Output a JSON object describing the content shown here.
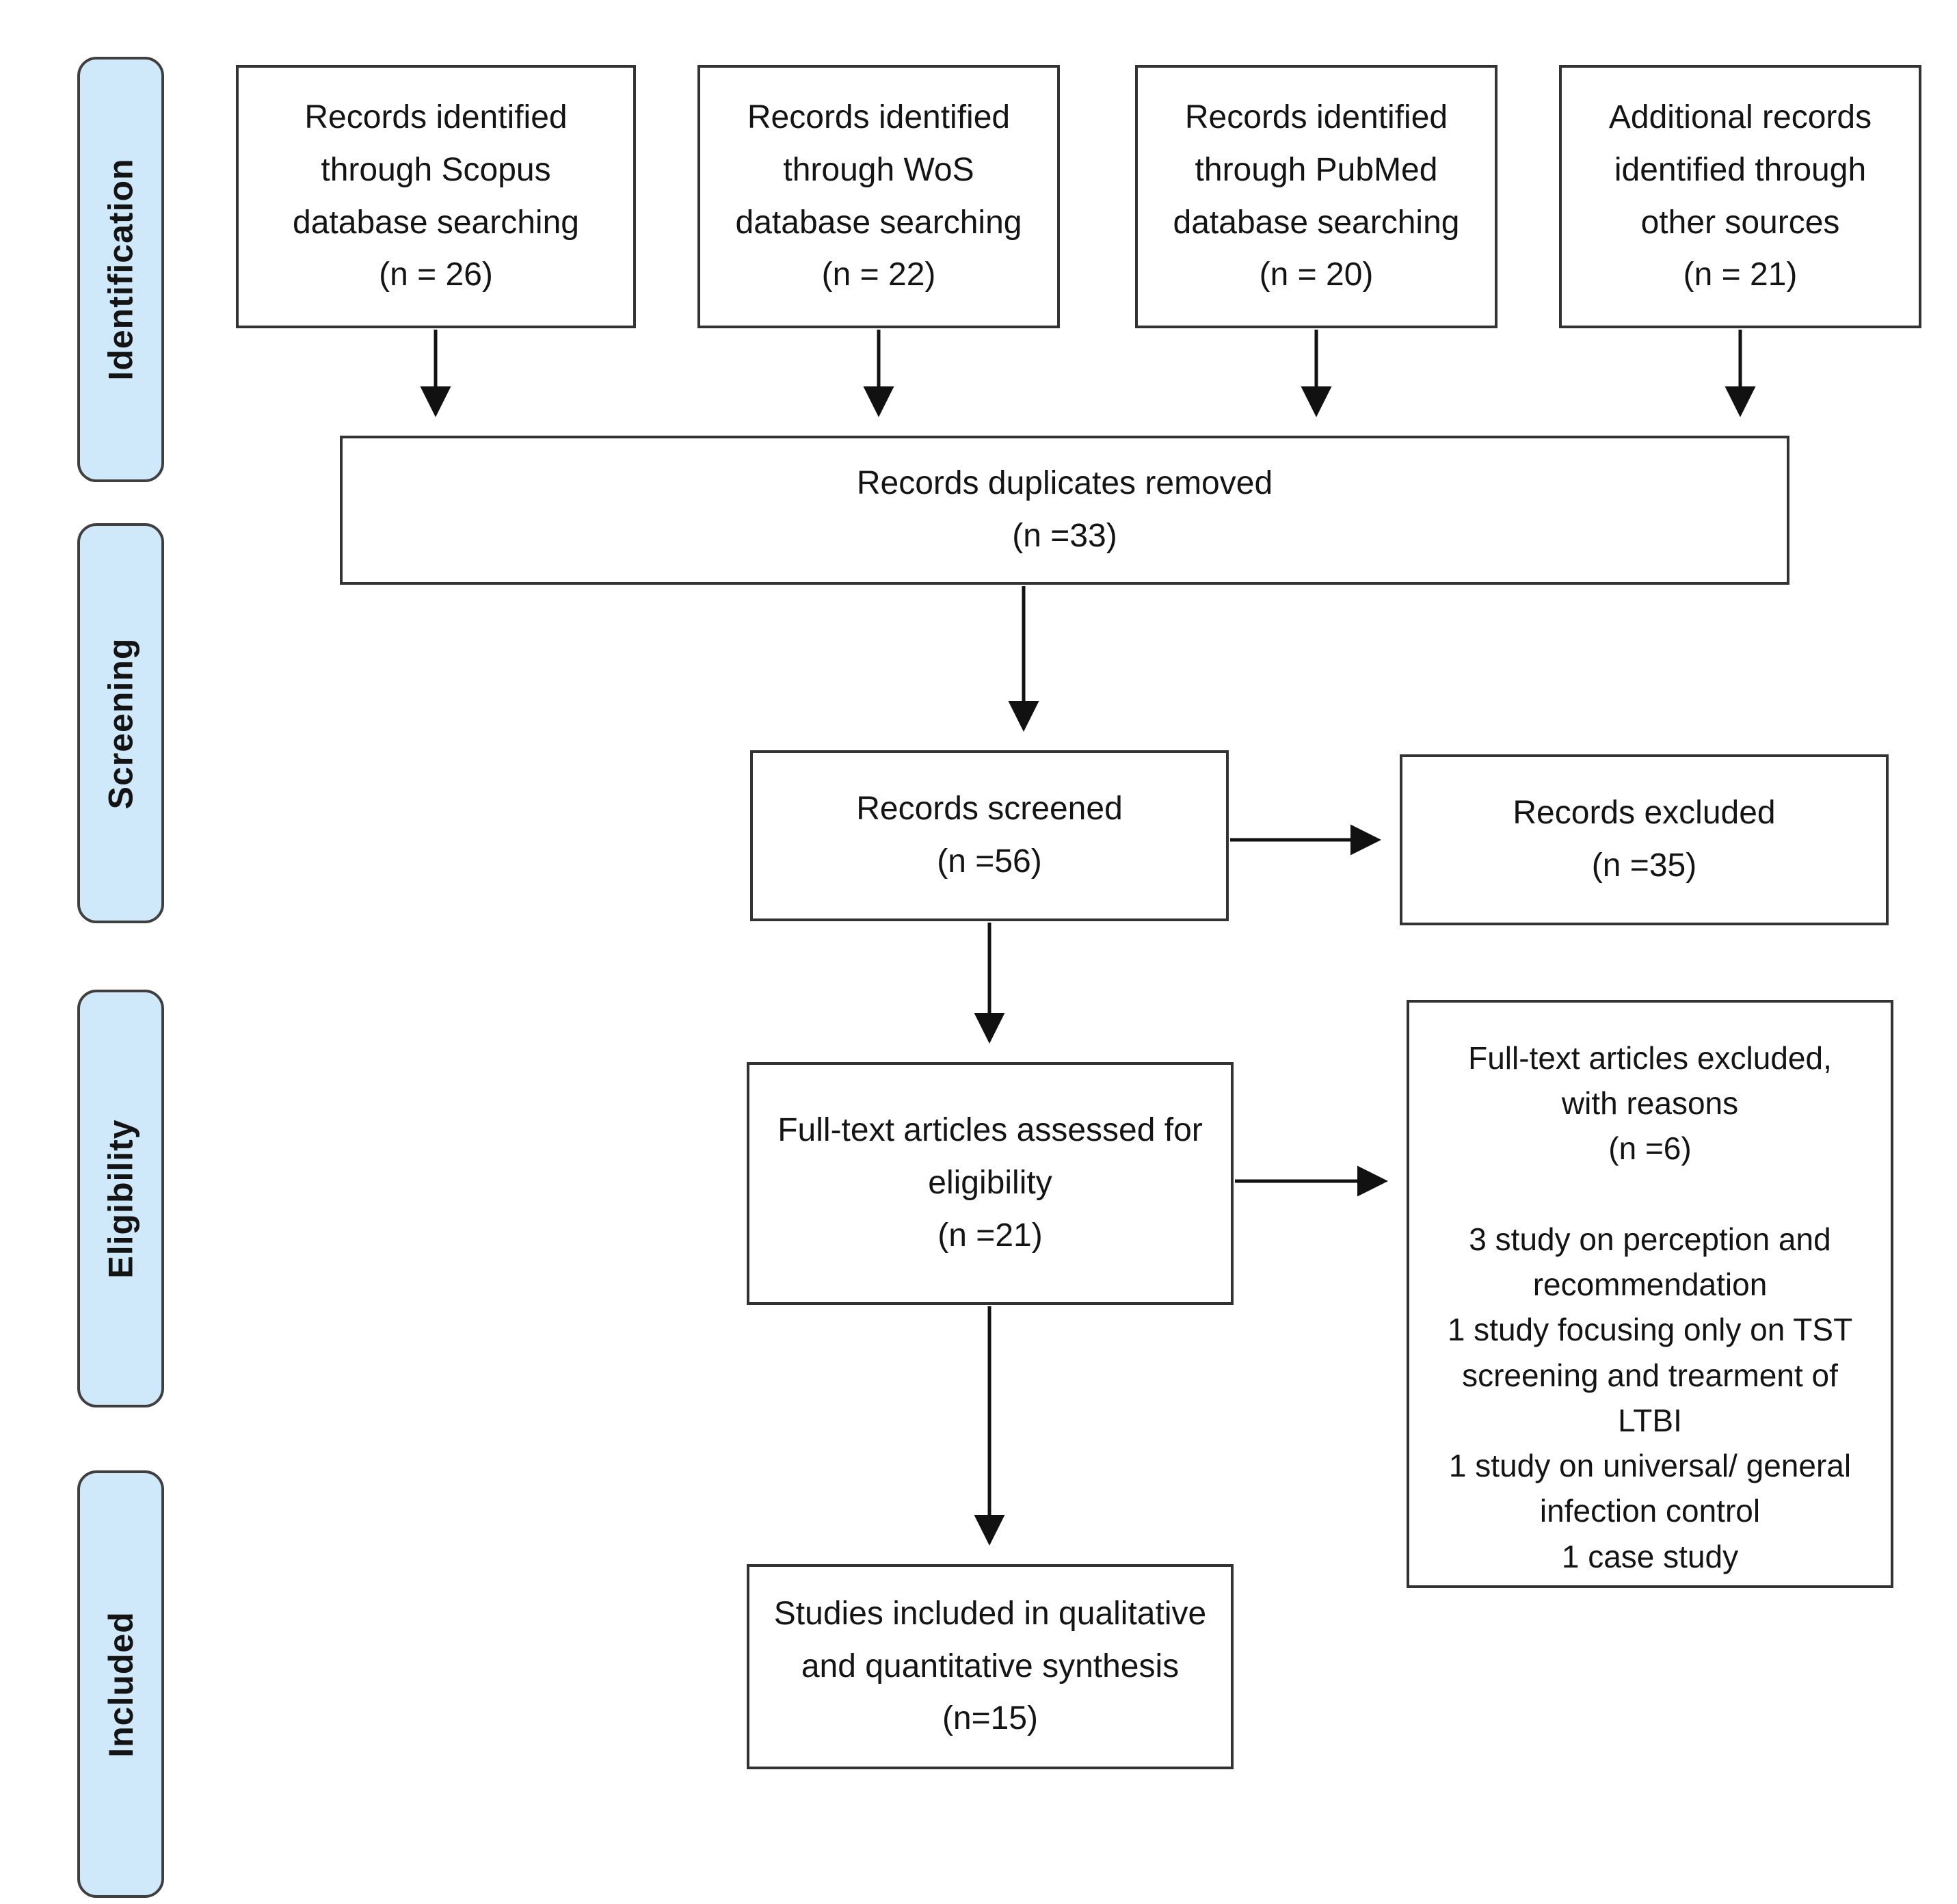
{
  "stages": [
    {
      "id": "identification",
      "label": "Identification"
    },
    {
      "id": "screening",
      "label": "Screening"
    },
    {
      "id": "eligibility",
      "label": "Eligibility"
    },
    {
      "id": "included",
      "label": "Included"
    }
  ],
  "nodes": {
    "scopus": {
      "text": "Records identified\nthrough Scopus\ndatabase searching\n(n = 26)"
    },
    "wos": {
      "text": "Records identified\nthrough WoS\ndatabase searching\n(n = 22)"
    },
    "pubmed": {
      "text": "Records identified\nthrough PubMed\ndatabase searching\n(n = 20)"
    },
    "other_sources": {
      "text": "Additional records\nidentified through\nother sources\n(n = 21)"
    },
    "duplicates_removed": {
      "text": "Records duplicates removed\n(n =33)"
    },
    "records_screened": {
      "text": "Records screened\n(n =56)"
    },
    "records_excluded": {
      "text": "Records excluded\n(n =35)"
    },
    "fulltext_assessed": {
      "text": "Full-text articles assessed for\neligibility\n(n =21)"
    },
    "fulltext_excluded": {
      "text": "Full-text articles excluded,\nwith reasons\n(n =6)\n\n3 study on perception and\nrecommendation\n1 study focusing only on TST\nscreening and trearment of\nLTBI\n1 study on universal/ general\ninfection control\n1 case study"
    },
    "studies_included": {
      "text": "Studies included in qualitative\nand quantitative synthesis\n(n=15)"
    }
  },
  "colors": {
    "stage_fill": "#cfe9fa",
    "stage_border": "#3f3f3f",
    "node_border": "#333333",
    "node_fill": "#ffffff",
    "arrow": "#111111",
    "text": "#141414",
    "background": "#ffffff"
  }
}
